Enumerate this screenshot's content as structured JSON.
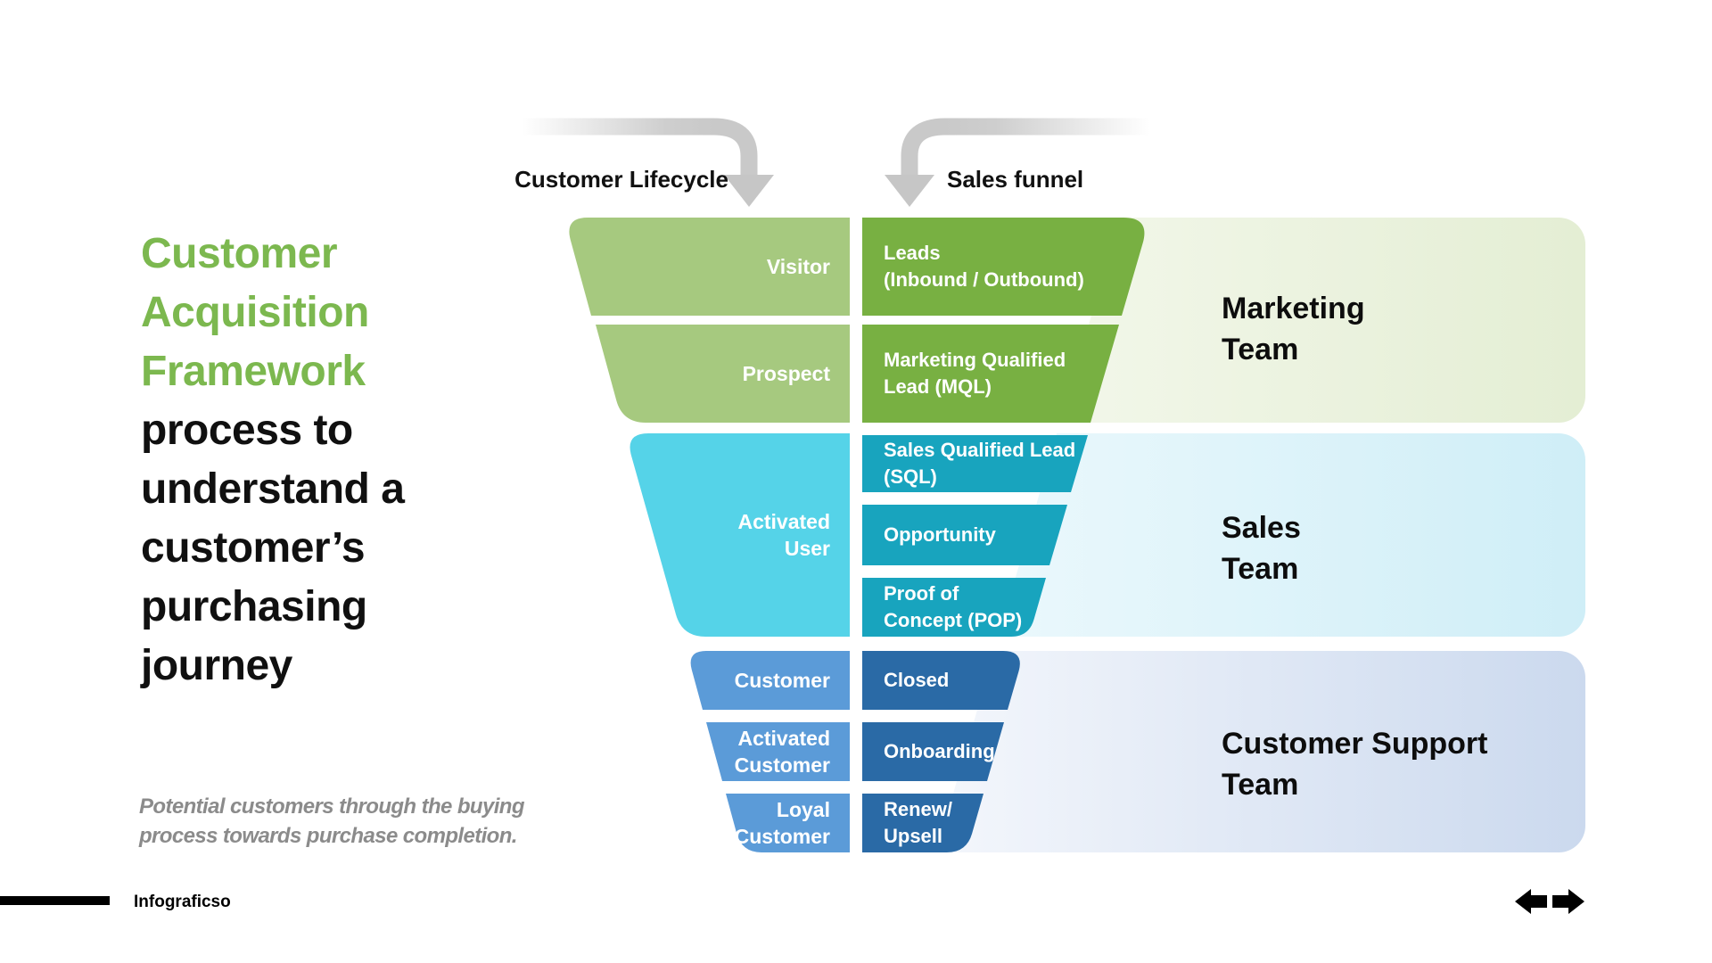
{
  "headers": {
    "lifecycle": "Customer Lifecycle",
    "sales_funnel": "Sales funnel"
  },
  "title": {
    "green_lines": [
      "Customer",
      "Acquisition",
      "Framework"
    ],
    "black_lines": [
      "process to",
      "understand a",
      "customer’s",
      "purchasing",
      "journey"
    ]
  },
  "subtitle_lines": [
    "Potential customers through the buying",
    "process towards purchase completion."
  ],
  "teams": [
    {
      "lines": [
        "Marketing",
        "Team"
      ]
    },
    {
      "lines": [
        "Sales",
        "Team"
      ]
    },
    {
      "lines": [
        "Customer Support",
        "Team"
      ]
    }
  ],
  "funnel": {
    "lifecycle": [
      {
        "lines": [
          "Visitor"
        ]
      },
      {
        "lines": [
          "Prospect"
        ]
      },
      {
        "lines": [
          "Activated",
          "User"
        ]
      },
      {
        "lines": [
          "Customer"
        ]
      },
      {
        "lines": [
          "Activated",
          "Customer"
        ]
      },
      {
        "lines": [
          "Loyal",
          "Customer"
        ]
      }
    ],
    "stages": [
      {
        "lines": [
          "Leads",
          "(Inbound / Outbound)"
        ]
      },
      {
        "lines": [
          "Marketing Qualified",
          "Lead (MQL)"
        ]
      },
      {
        "lines": [
          "Sales Qualified Lead",
          "(SQL)"
        ]
      },
      {
        "lines": [
          "Opportunity"
        ]
      },
      {
        "lines": [
          "Proof of",
          "Concept (POP)"
        ]
      },
      {
        "lines": [
          "Closed"
        ]
      },
      {
        "lines": [
          "Onboarding"
        ]
      },
      {
        "lines": [
          "Renew/",
          "Upsell"
        ]
      }
    ]
  },
  "footer": {
    "brand": "Infograficso"
  },
  "palette": {
    "light_green": "#a6c97f",
    "dark_green": "#78b042",
    "light_cyan": "#55d3e8",
    "teal": "#18a4be",
    "medium_blue": "#5b9bd8",
    "dark_blue": "#2a6aa6",
    "title_green": "#7cb84f",
    "subtitle_gray": "#8b8b8b",
    "arrow_gray": "#c9c9c9",
    "marketing_panel_gradient": [
      "#f7faf1",
      "#e4eed4"
    ],
    "sales_panel_gradient": [
      "#f0fafd",
      "#cfeef7"
    ],
    "support_panel_gradient": [
      "#f7f9fd",
      "#cbd9ee"
    ]
  }
}
